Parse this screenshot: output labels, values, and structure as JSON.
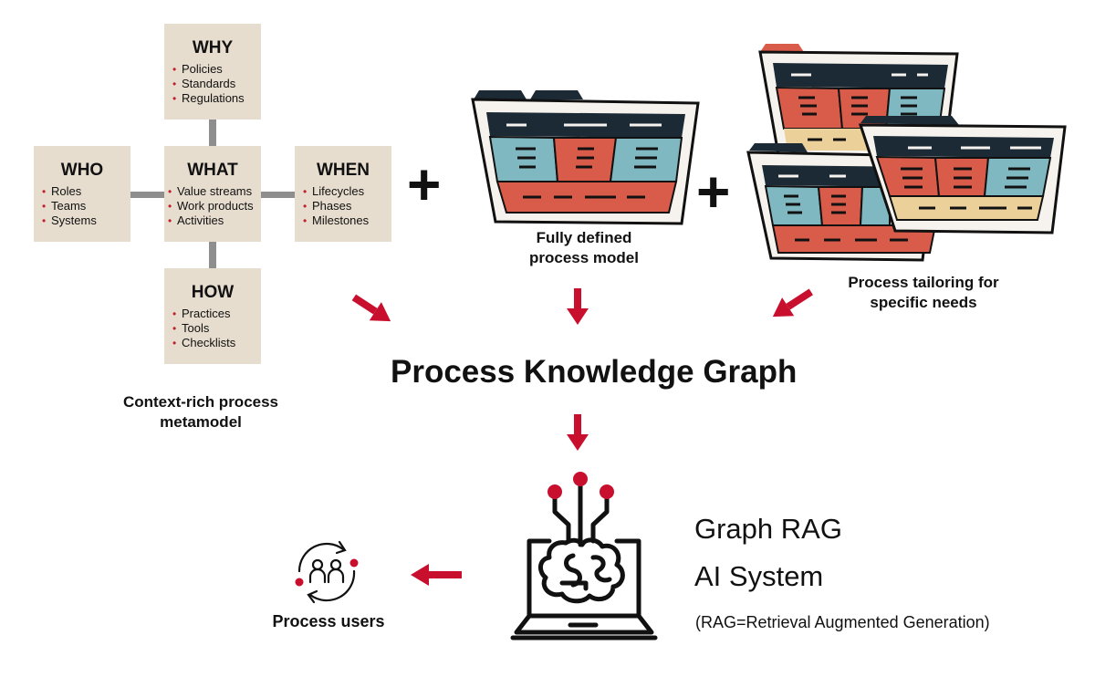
{
  "metamodel": {
    "boxes": {
      "why": {
        "title": "WHY",
        "items": [
          "Policies",
          "Standards",
          "Regulations"
        ]
      },
      "who": {
        "title": "WHO",
        "items": [
          "Roles",
          "Teams",
          "Systems"
        ]
      },
      "what": {
        "title": "WHAT",
        "items": [
          "Value streams",
          "Work products",
          "Activities"
        ]
      },
      "when": {
        "title": "WHEN",
        "items": [
          "Lifecycles",
          "Phases",
          "Milestones"
        ]
      },
      "how": {
        "title": "HOW",
        "items": [
          "Practices",
          "Tools",
          "Checklists"
        ]
      }
    },
    "caption_line1": "Context-rich process",
    "caption_line2": "metamodel"
  },
  "operators": {
    "plus1": "+",
    "plus2": "+"
  },
  "process_model": {
    "caption_line1": "Fully defined",
    "caption_line2": "process model"
  },
  "tailoring": {
    "caption_line1": "Process tailoring for",
    "caption_line2": "specific needs"
  },
  "knowledge_graph": {
    "title": "Process Knowledge Graph"
  },
  "ai_system": {
    "line1": "Graph RAG",
    "line2": "AI System",
    "note": "(RAG=Retrieval Augmented Generation)"
  },
  "users": {
    "caption": "Process users"
  },
  "colors": {
    "accent_red": "#c8102e",
    "box_beige": "#e6ddcf",
    "connector_gray": "#8e8e8e",
    "folder_navy": "#1c2a35",
    "folder_red": "#d95b4a",
    "folder_teal": "#7fb8c0",
    "folder_sand": "#ecd09a"
  }
}
